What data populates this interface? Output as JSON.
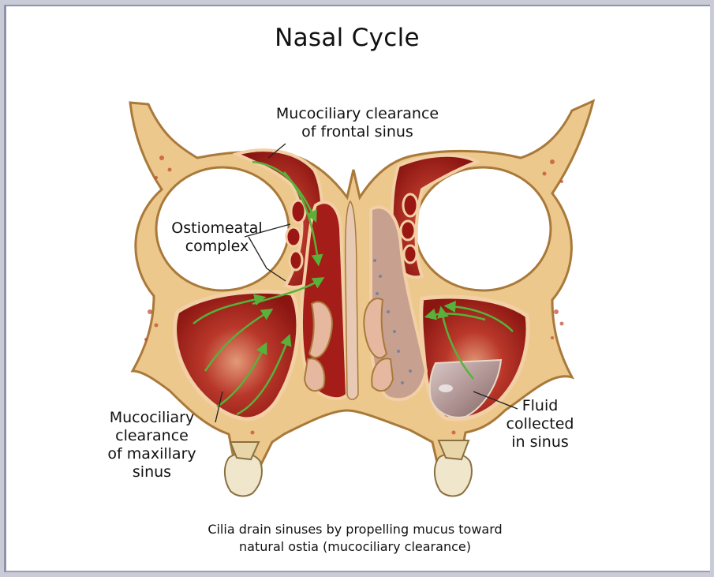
{
  "title": "Nasal Cycle",
  "labels": {
    "frontal": [
      "Mucociliary clearance",
      "of frontal sinus"
    ],
    "ostiomeatal": [
      "Ostiomeatal",
      "complex"
    ],
    "maxillary": [
      "Mucociliary",
      "clearance",
      "of maxillary",
      "sinus"
    ],
    "fluid": [
      "Fluid",
      "collected",
      "in sinus"
    ]
  },
  "caption": [
    "Cilia drain sinuses by propelling mucus toward",
    "natural ostia (mucociliary clearance)"
  ],
  "colors": {
    "bone": "#ecc88c",
    "bone_outline": "#a9793a",
    "sinus_tissue": "#a51d18",
    "mucosa": "#f2cfa4",
    "flow_arrow": "#58b23a",
    "fluid": "#a98c8c"
  }
}
